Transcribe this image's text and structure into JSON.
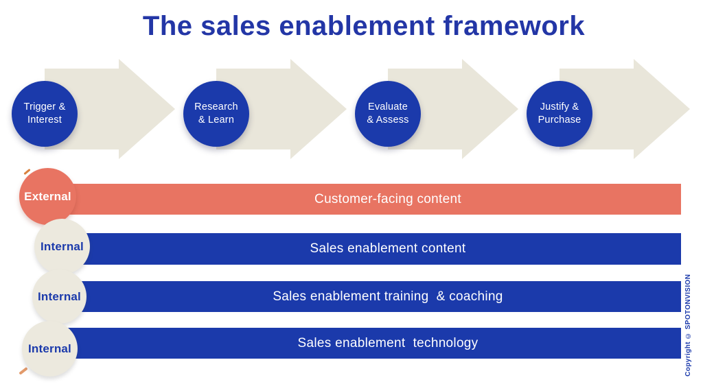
{
  "title": "The sales enablement framework",
  "stages": [
    {
      "name": "trigger-interest",
      "line1": "Trigger &",
      "line2": "Interest"
    },
    {
      "name": "research-learn",
      "line1": "Research",
      "line2": "& Learn"
    },
    {
      "name": "evaluate-assess",
      "line1": "Evaluate",
      "line2": "& Assess"
    },
    {
      "name": "justify-purchase",
      "line1": "Justify &",
      "line2": "Purchase"
    }
  ],
  "rows": [
    {
      "label": "External",
      "text": "Customer-facing content"
    },
    {
      "label": "Internal",
      "text": "Sales enablement content"
    },
    {
      "label": "Internal",
      "text": "Sales enablement training  & coaching"
    },
    {
      "label": "Internal",
      "text": "Sales enablement  technology"
    }
  ],
  "copyright": "Copyright © SPOTONVISION",
  "colors": {
    "title_blue": "#2336a6",
    "primary_blue": "#1b3aab",
    "salmon": "#e87462",
    "arrow_beige": "#e9e6da",
    "circle_beige": "#ece9de",
    "accent_orange": "#d9813f"
  }
}
